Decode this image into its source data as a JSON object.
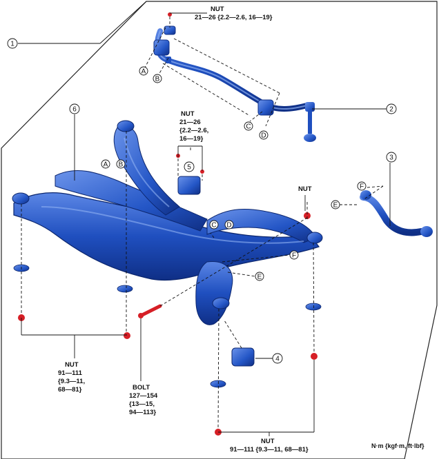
{
  "callouts": {
    "c1": "1",
    "c2": "2",
    "c3": "3",
    "c4": "4",
    "c5": "5",
    "c6": "6"
  },
  "letters": {
    "a": "A",
    "b": "B",
    "c": "C",
    "d": "D",
    "e": "E",
    "f": "F"
  },
  "torques": {
    "stab_nut": [
      "NUT",
      "21—26 {2.2—2.6, 16—19}"
    ],
    "link_nut": [
      "NUT",
      "21—26",
      "{2.2—2.6,",
      "16—19}"
    ],
    "arm_nut": [
      "NUT"
    ],
    "rear_nut_left": [
      "NUT",
      "91—111",
      "{9.3—11,",
      "68—81}"
    ],
    "bolt": [
      "BOLT",
      "127—154",
      "{13—15,",
      "94—113}"
    ],
    "rear_nut_bottom": [
      "NUT",
      "91—111 {9.3—11, 68—81}"
    ]
  },
  "unit_note": "N·m {kgf·m, ft·lbf}",
  "colors": {
    "part_blue": "#1f4fbf",
    "part_dark": "#0f2f86",
    "part_light": "#5b86e5",
    "fastener_red": "#d61f26",
    "line": "#111111"
  }
}
